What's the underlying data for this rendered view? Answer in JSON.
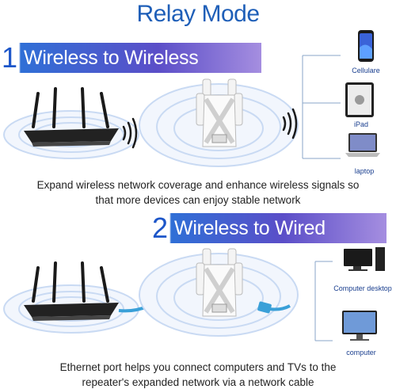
{
  "title": "Relay Mode",
  "section1": {
    "number": "1",
    "label": "Wireless to Wireless",
    "description_line1": "Expand wireless network coverage and enhance wireless signals so",
    "description_line2": "that more devices can enjoy stable network",
    "devices": [
      "Cellulare",
      "iPad",
      "laptop"
    ]
  },
  "section2": {
    "number": "2",
    "label": "Wireless to Wired",
    "description_line1": "Ethernet port helps you connect computers and TVs to the",
    "description_line2": "repeater's expanded network via a network cable",
    "devices": [
      "Computer desktop",
      "computer"
    ]
  },
  "colors": {
    "title": "#1f5fb8",
    "banner_start": "#2f6fd6",
    "banner_mid": "#5b4ec8",
    "banner_end": "#a58ee0",
    "rings": "#cfe0f7",
    "cable": "#3aa0d8"
  }
}
